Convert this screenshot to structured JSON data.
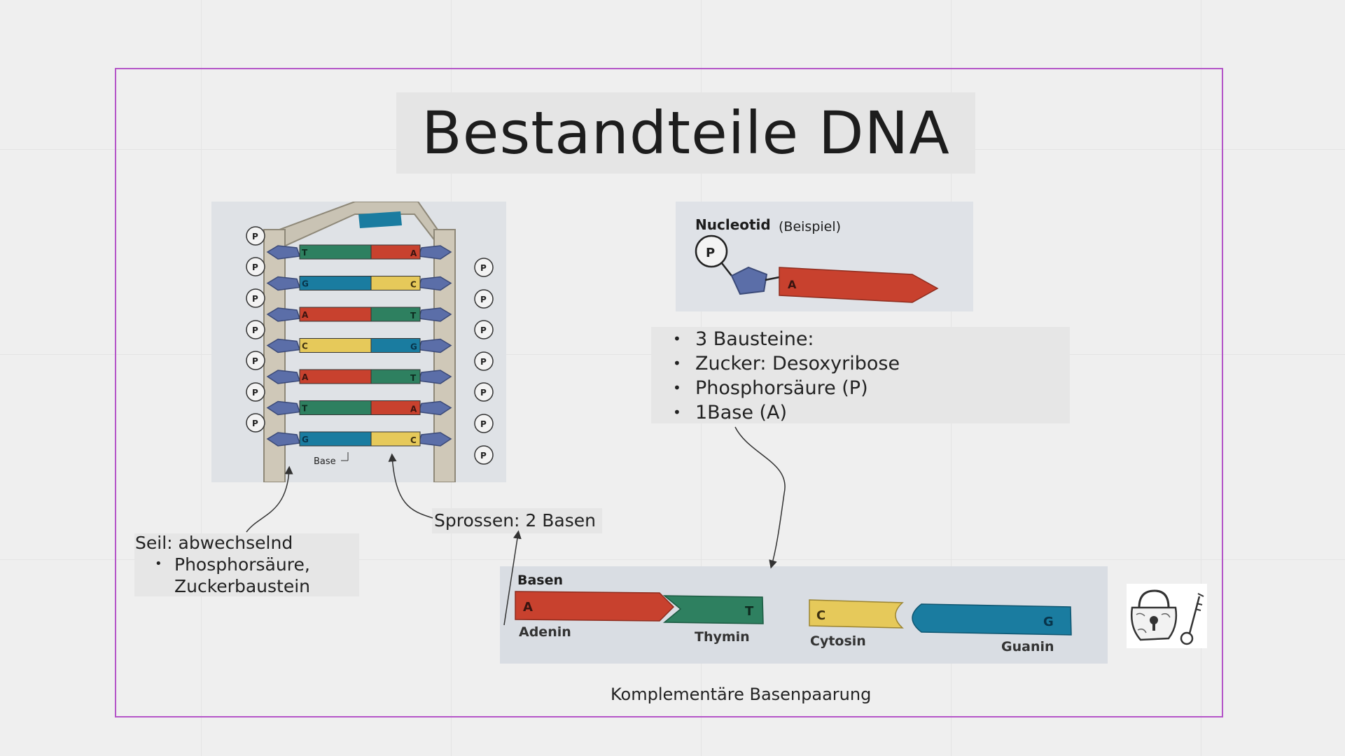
{
  "title": "Bestandteile DNA",
  "ladder": {
    "phosphate": "P",
    "base_label": "Base",
    "rungs": [
      {
        "left": "T",
        "right": "A"
      },
      {
        "left": "G",
        "right": "C"
      },
      {
        "left": "A",
        "right": "T"
      },
      {
        "left": "C",
        "right": "G"
      },
      {
        "left": "A",
        "right": "T"
      },
      {
        "left": "T",
        "right": "A"
      },
      {
        "left": "G",
        "right": "C"
      }
    ]
  },
  "nucleotide": {
    "heading": "Nucleotid",
    "heading_note": "(Beispiel)",
    "phosphate": "P",
    "base": "A"
  },
  "building_blocks": [
    "3 Bausteine:",
    "Zucker: Desoxyribose",
    "Phosphorsäure (P)",
    "1Base (A)"
  ],
  "seil": {
    "heading": "Seil: abwechselnd",
    "items": [
      "Phosphorsäure,",
      "Zuckerbaustein"
    ]
  },
  "sprossen": "Sprossen: 2 Basen",
  "bases": {
    "heading": "Basen",
    "adenin": {
      "letter": "A",
      "name": "Adenin"
    },
    "thymin": {
      "letter": "T",
      "name": "Thymin"
    },
    "cytosin": {
      "letter": "C",
      "name": "Cytosin"
    },
    "guanin": {
      "letter": "G",
      "name": "Guanin"
    }
  },
  "caption": "Komplementäre Basenpaarung",
  "icons": [
    "padlock-key-icon"
  ],
  "colors": {
    "frame": "#b455c8",
    "adenin": "#c8412e",
    "thymin": "#2e8060",
    "cytosin": "#e6c95a",
    "guanin": "#1a7ca0",
    "sugar": "#5b6ea8"
  }
}
